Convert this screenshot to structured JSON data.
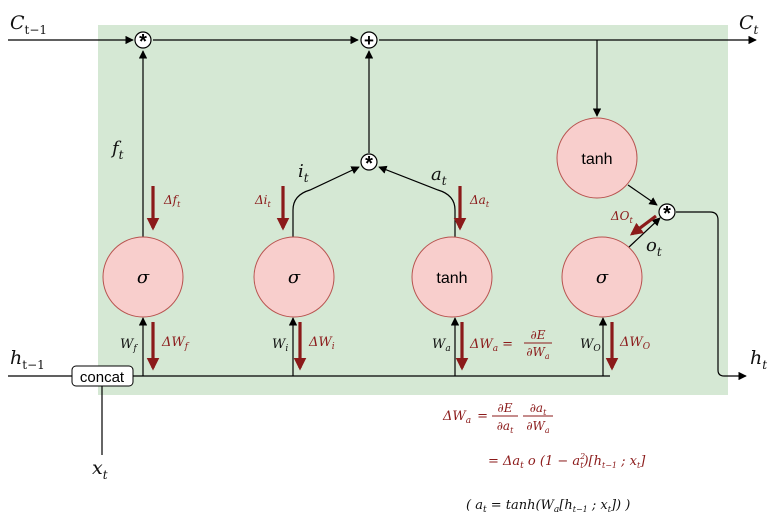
{
  "labels": {
    "c_prev": "C",
    "c_prev_sub": "t−1",
    "c_t": "C",
    "c_t_sub": "t",
    "h_prev": "h",
    "h_prev_sub": "t−1",
    "h_t": "h",
    "h_t_sub": "t",
    "x_t": "x",
    "x_t_sub": "t",
    "f_t": "f",
    "f_t_sub": "t",
    "i_t": "i",
    "i_t_sub": "t",
    "a_t": "a",
    "a_t_sub": "t",
    "o_t": "o",
    "o_t_sub": "t",
    "concat": "concat"
  },
  "gates": {
    "forget": "σ",
    "input": "σ",
    "candidate": "tanh",
    "output": "σ",
    "cell_tanh": "tanh"
  },
  "operators": {
    "multiply": "*",
    "add": "+"
  },
  "weights": {
    "w_f": "W",
    "w_f_sub": "f",
    "w_i": "W",
    "w_i_sub": "i",
    "w_a": "W",
    "w_a_sub": "a",
    "w_o": "W",
    "w_o_sub": "O"
  },
  "gradients": {
    "d_f": "Δf",
    "d_f_sub": "t",
    "d_i": "Δi",
    "d_i_sub": "t",
    "d_a": "Δa",
    "d_a_sub": "t",
    "d_o": "ΔO",
    "d_o_sub": "t",
    "d_wf": "ΔW",
    "d_wf_sub": "f",
    "d_wi": "ΔW",
    "d_wi_sub": "i",
    "d_wa": "ΔW",
    "d_wa_sub": "a",
    "d_wa_eq": "=",
    "d_wa_frac_num": "∂E",
    "d_wa_frac_den": "∂W",
    "d_wa_frac_den_sub": "a",
    "d_wo": "ΔW",
    "d_wo_sub": "O"
  },
  "equations": {
    "line1_lhs": "ΔW",
    "line1_lhs_sub": "a",
    "line1_eq": "=",
    "line1_f1_num": "∂E",
    "line1_f1_den": "∂a",
    "line1_f1_den_sub": "t",
    "line1_f2_num": "∂a",
    "line1_f2_num_sub": "t",
    "line1_f2_den": "∂W",
    "line1_f2_den_sub": "a",
    "line2": "= Δa",
    "line2_sub": "t",
    "line2_rest": " o (1 − a",
    "line2_sq_sub": "t",
    "line2_sq_sup": "2",
    "line2_tail": ")[h",
    "line2_h_sub": "t−1",
    "line2_end": " ; x",
    "line2_x_sub": "t",
    "line2_close": "]",
    "line3_open": "( a",
    "line3_a_sub": "t",
    "line3_mid": " = tanh(W",
    "line3_w_sub": "a",
    "line3_br": "[h",
    "line3_h_sub": "t−1",
    "line3_x": " ; x",
    "line3_x_sub": "t",
    "line3_close": "]) )"
  },
  "colors": {
    "panel": "#d5e8d4",
    "gate_fill": "#f8cecc",
    "gradient": "#8b1a1a",
    "line": "#000000"
  }
}
